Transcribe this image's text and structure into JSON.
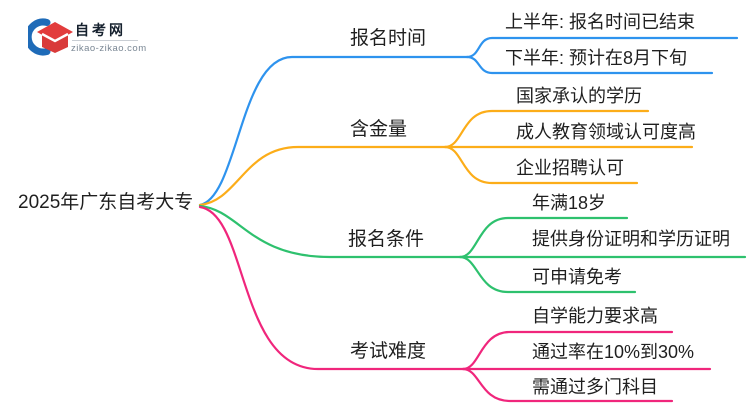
{
  "logo": {
    "site_name": "自考网",
    "site_url": "zikao-zikao.com"
  },
  "mindmap": {
    "root_label": "2025年广东自考大专",
    "branches": [
      {
        "label": "报名时间",
        "color": "#2E93EE",
        "children": [
          "上半年: 报名时间已结束",
          "下半年: 预计在8月下旬"
        ]
      },
      {
        "label": "含金量",
        "color": "#FCAD19",
        "children": [
          "国家承认的学历",
          "成人教育领域认可度高",
          "企业招聘认可"
        ]
      },
      {
        "label": "报名条件",
        "color": "#2EC16E",
        "children": [
          "年满18岁",
          "提供身份证明和学历证明",
          "可申请免考"
        ]
      },
      {
        "label": "考试难度",
        "color": "#F0267C",
        "children": [
          "自学能力要求高",
          "通过率在10%到30%",
          "需通过多门科目"
        ]
      }
    ]
  },
  "colors": {
    "text": "#1f1f1f",
    "logo_blue": "#1E6BB8",
    "logo_red": "#E23C3C"
  }
}
